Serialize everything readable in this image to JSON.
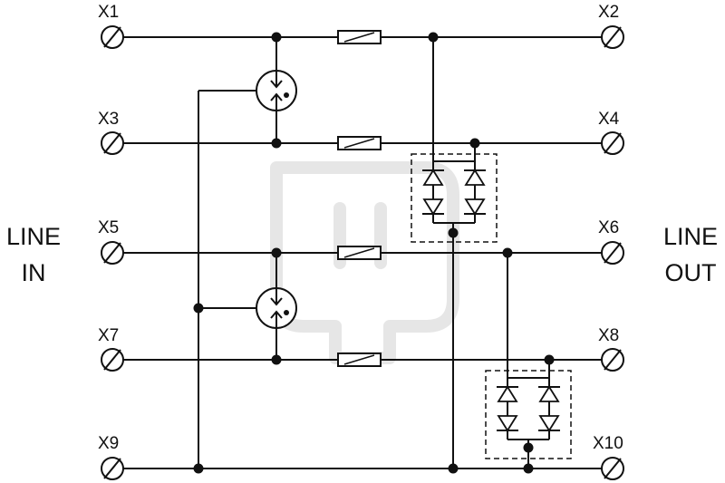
{
  "terminals_left": [
    "X1",
    "X3",
    "X5",
    "X7",
    "X9"
  ],
  "terminals_right": [
    "X2",
    "X4",
    "X6",
    "X8",
    "X10"
  ],
  "line_in": {
    "line1": "LINE",
    "line2": "IN"
  },
  "line_out": {
    "line1": "LINE",
    "line2": "OUT"
  }
}
